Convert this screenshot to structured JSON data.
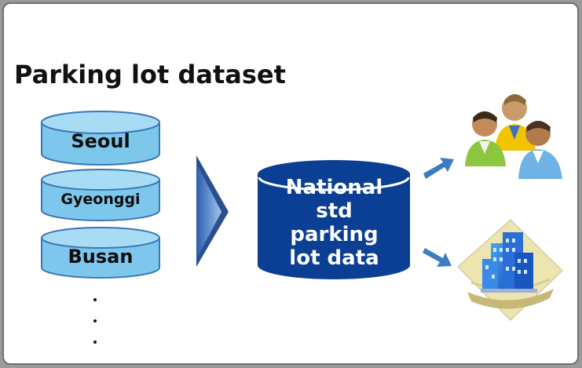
{
  "title": "Parking lot dataset",
  "regional_dbs": [
    "Seoul",
    "Gyeonggi",
    "Busan"
  ],
  "national_db": "National std parking lot data",
  "colors": {
    "regional_fill": "#7ec7ec",
    "regional_stroke": "#3a76b5",
    "national_fill": "#0a3f93",
    "arrow": "#3d7cc2",
    "chevron": "#4c76b8"
  },
  "icons": [
    "users-group-icon",
    "buildings-icon"
  ]
}
